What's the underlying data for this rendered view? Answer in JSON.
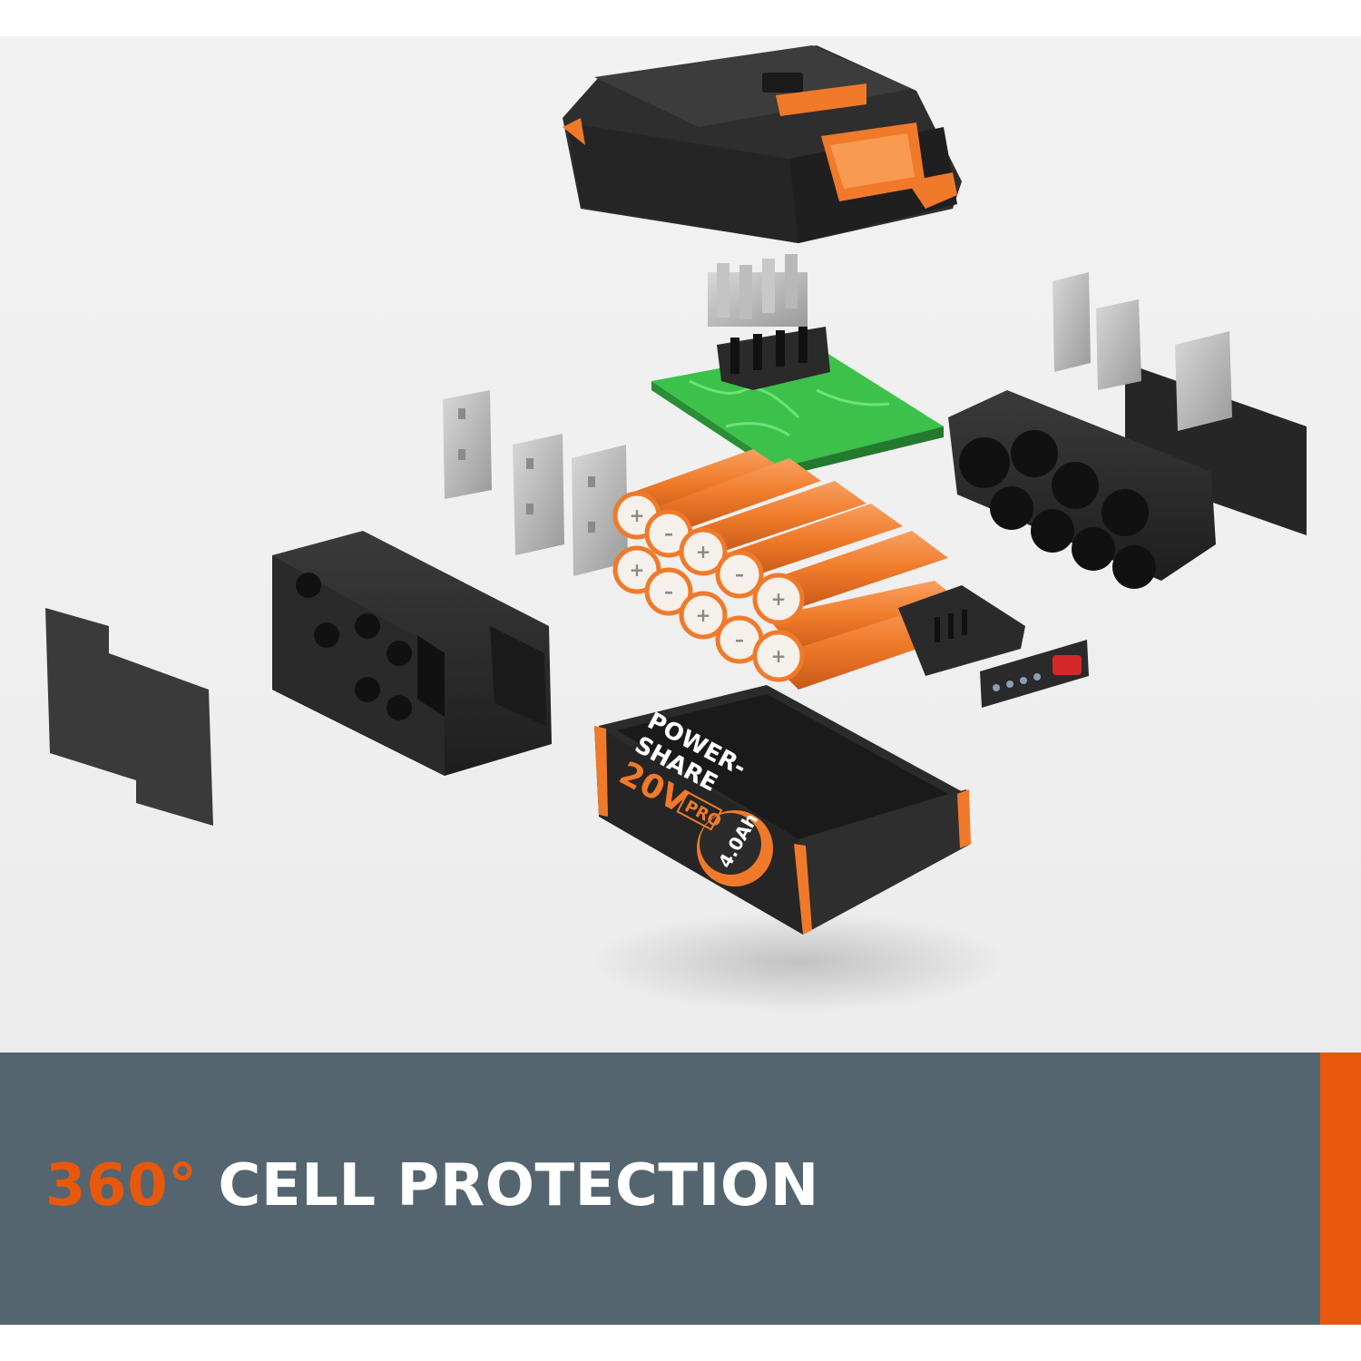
{
  "headline": {
    "accent_text": "360°",
    "main_text": "CELL PROTECTION"
  },
  "battery_label": {
    "line1": "POWER-",
    "line2": "SHARE",
    "voltage": "20V",
    "badge": "PRO",
    "capacity": "4.0Ah"
  },
  "cell_markings": {
    "plus": "+",
    "minus": "–"
  },
  "charge_indicator": {
    "levels_total": 4
  },
  "colors": {
    "accent": "#e8580c",
    "banner": "#546570",
    "housing": "#2b2b2b",
    "cell": "#f07a2a",
    "pcb": "#3cc24a"
  }
}
